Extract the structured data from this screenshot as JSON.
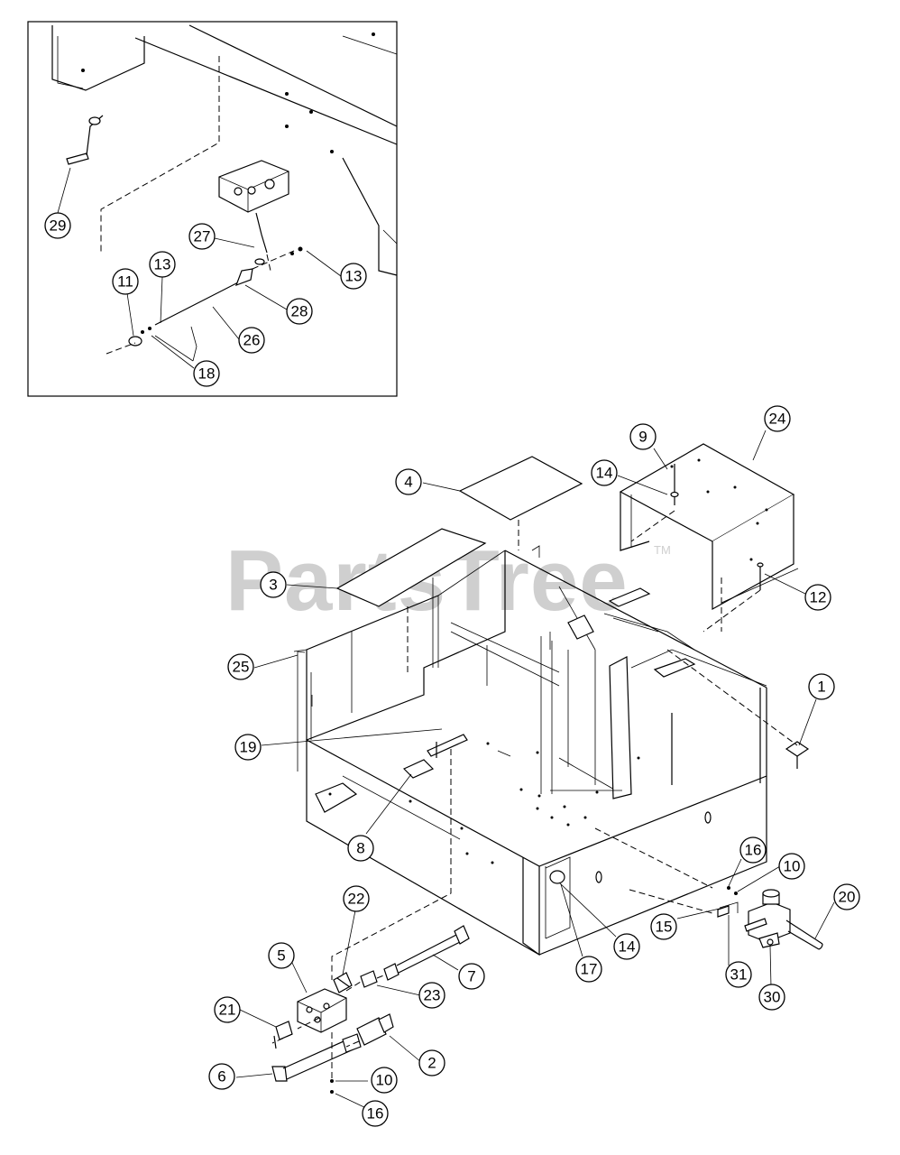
{
  "watermark": {
    "text": "PartsTree",
    "trademark": "TM"
  },
  "inset": {
    "callouts": [
      {
        "id": "c29",
        "label": "29"
      },
      {
        "id": "c27",
        "label": "27"
      },
      {
        "id": "c13a",
        "label": "13"
      },
      {
        "id": "c13b",
        "label": "13"
      },
      {
        "id": "c11",
        "label": "11"
      },
      {
        "id": "c28",
        "label": "28"
      },
      {
        "id": "c26",
        "label": "26"
      },
      {
        "id": "c18",
        "label": "18"
      }
    ]
  },
  "main": {
    "callouts": [
      {
        "id": "c24",
        "label": "24"
      },
      {
        "id": "c9",
        "label": "9"
      },
      {
        "id": "c14a",
        "label": "14"
      },
      {
        "id": "c4",
        "label": "4"
      },
      {
        "id": "c3",
        "label": "3"
      },
      {
        "id": "c12",
        "label": "12"
      },
      {
        "id": "c25",
        "label": "25"
      },
      {
        "id": "c1",
        "label": "1"
      },
      {
        "id": "c19",
        "label": "19"
      },
      {
        "id": "c8",
        "label": "8"
      },
      {
        "id": "c16a",
        "label": "16"
      },
      {
        "id": "c10a",
        "label": "10"
      },
      {
        "id": "c22",
        "label": "22"
      },
      {
        "id": "c20",
        "label": "20"
      },
      {
        "id": "c15",
        "label": "15"
      },
      {
        "id": "c5",
        "label": "5"
      },
      {
        "id": "c14b",
        "label": "14"
      },
      {
        "id": "c17",
        "label": "17"
      },
      {
        "id": "c7",
        "label": "7"
      },
      {
        "id": "c31",
        "label": "31"
      },
      {
        "id": "c30",
        "label": "30"
      },
      {
        "id": "c23",
        "label": "23"
      },
      {
        "id": "c21",
        "label": "21"
      },
      {
        "id": "c2",
        "label": "2"
      },
      {
        "id": "c6",
        "label": "6"
      },
      {
        "id": "c10b",
        "label": "10"
      },
      {
        "id": "c16b",
        "label": "16"
      }
    ]
  }
}
